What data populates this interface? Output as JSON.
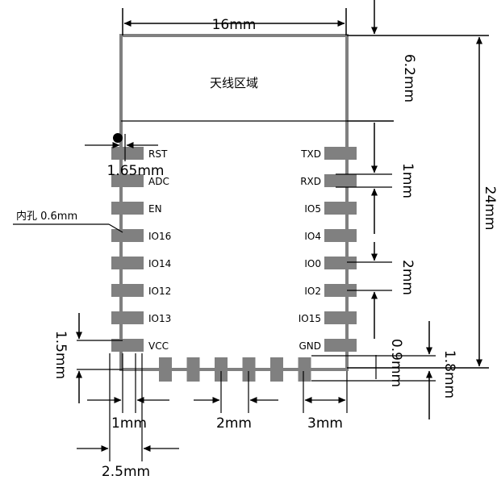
{
  "antenna_label": "天线区域",
  "left_pins": [
    "RST",
    "ADC",
    "EN",
    "IO16",
    "IO14",
    "IO12",
    "IO13",
    "VCC"
  ],
  "right_pins": [
    "TXD",
    "RXD",
    "IO5",
    "IO4",
    "IO0",
    "IO2",
    "IO15",
    "GND"
  ],
  "dims": {
    "width": "16mm",
    "antenna_height": "6.2mm",
    "total_height": "24mm",
    "pin_offset": "1.65mm",
    "hole": "内孔 0.6mm",
    "right_pin_width": "1mm",
    "right_pin_spacing": "2mm",
    "pad_height_left": "1.5mm",
    "pad_height_bottom": "0.9mm",
    "bottom_offset": "1.8mm",
    "bottom_pad_width": "1mm",
    "bottom_pad_spacing": "2mm",
    "bottom_right_gap": "3mm",
    "bottom_left_offset": "2.5mm"
  },
  "colors": {
    "board_outline": "#808080",
    "pad": "#808080",
    "line": "#000000"
  }
}
